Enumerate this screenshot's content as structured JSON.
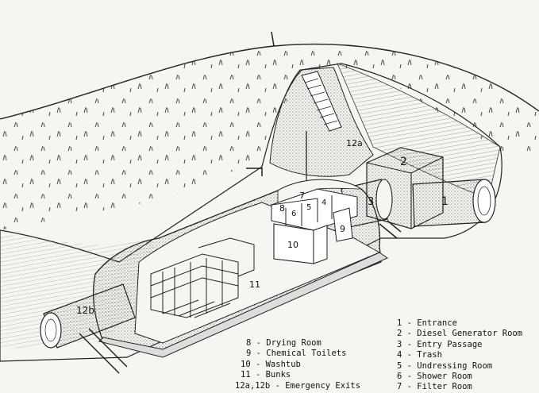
{
  "diagram": {
    "callouts": {
      "entrance": "1",
      "diesel_generator_room": "2",
      "entry_passage": "3",
      "trash": "4",
      "undressing_room": "5",
      "shower_room": "6",
      "filter_room": "7",
      "drying_room": "8",
      "chemical_toilets": "9",
      "washtub": "10",
      "bunks": "11",
      "emergency_exit_a": "12a",
      "emergency_exit_b": "12b"
    }
  },
  "legend": {
    "right": [
      {
        "num": "1",
        "text": "1 - Entrance"
      },
      {
        "num": "2",
        "text": "2 - Diesel Generator Room"
      },
      {
        "num": "3",
        "text": "3 - Entry Passage"
      },
      {
        "num": "4",
        "text": "4 - Trash"
      },
      {
        "num": "5",
        "text": "5 - Undressing Room"
      },
      {
        "num": "6",
        "text": "6 - Shower Room"
      },
      {
        "num": "7",
        "text": "7 - Filter Room"
      }
    ],
    "left": [
      {
        "num": "8",
        "text": "8 - Drying Room"
      },
      {
        "num": "9",
        "text": "9 - Chemical Toilets"
      },
      {
        "num": "10",
        "text": "10 - Washtub"
      },
      {
        "num": "11",
        "text": "11 - Bunks"
      },
      {
        "num": "12a,12b",
        "text": "12a,12b - Emergency Exits"
      }
    ]
  }
}
